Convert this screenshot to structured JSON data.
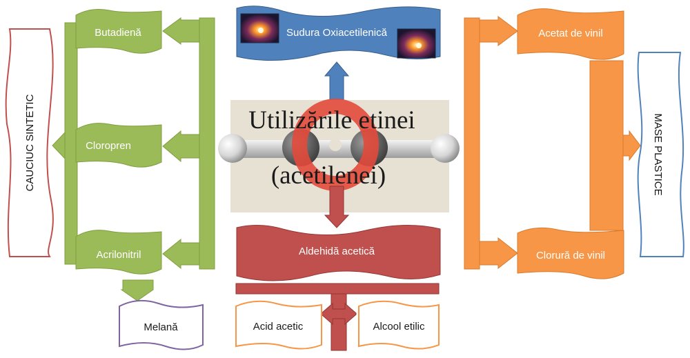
{
  "title": {
    "line1": "Utilizările etinei",
    "line2": "(acetilenei)"
  },
  "left_group": {
    "side_label": "CAUCIUC SINTETIC",
    "items": [
      "Butadienă",
      "Cloropren",
      "Acrilonitril"
    ],
    "below": "Melană",
    "color": "#9bbb59"
  },
  "top_center": {
    "label": "Sudura Oxiacetilenică",
    "color": "#4f81bd"
  },
  "bottom_center": {
    "label": "Aldehidă acetică",
    "products": [
      "Acid acetic",
      "Alcool etilic"
    ],
    "color": "#c0504d"
  },
  "right_group": {
    "items": [
      "Acetat de vinil",
      "Clorură de vinil"
    ],
    "side_label": "MASE PLASTICE",
    "color": "#f79646"
  },
  "icons": [
    "molecule-image",
    "welding-photo"
  ]
}
